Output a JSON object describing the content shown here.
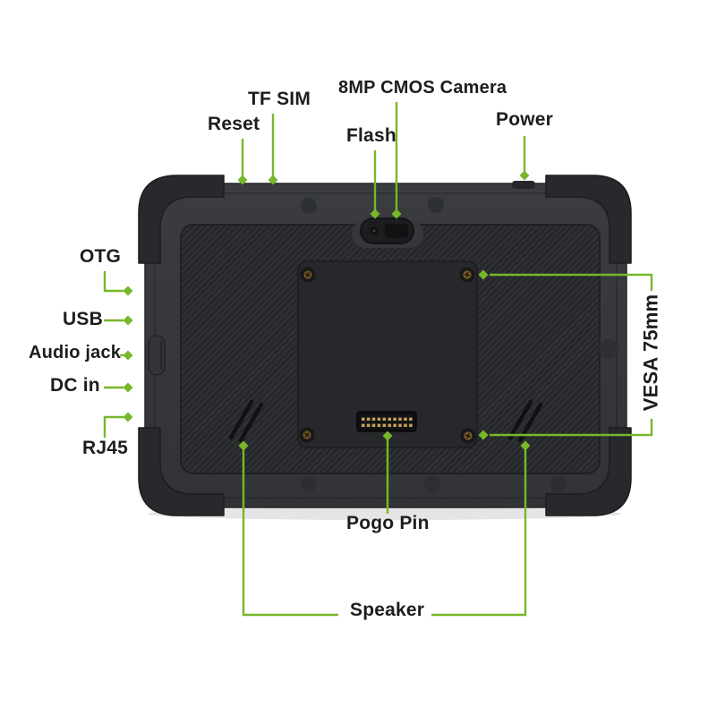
{
  "diagram": {
    "subject": "Rugged tablet rear view with port and feature callouts",
    "colors": {
      "accent_green": "#76B82A",
      "label_text": "#1D1D1B",
      "background": "#FFFFFF"
    },
    "callouts": {
      "camera": "8MP CMOS Camera",
      "tf_sim": "TF SIM",
      "reset": "Reset",
      "flash": "Flash",
      "power": "Power",
      "otg": "OTG",
      "usb": "USB",
      "audio_jack": "Audio jack",
      "dc_in": "DC in",
      "rj45": "RJ45",
      "vesa": "VESA 75mm",
      "pogo_pin": "Pogo Pin",
      "speaker": "Speaker"
    }
  }
}
